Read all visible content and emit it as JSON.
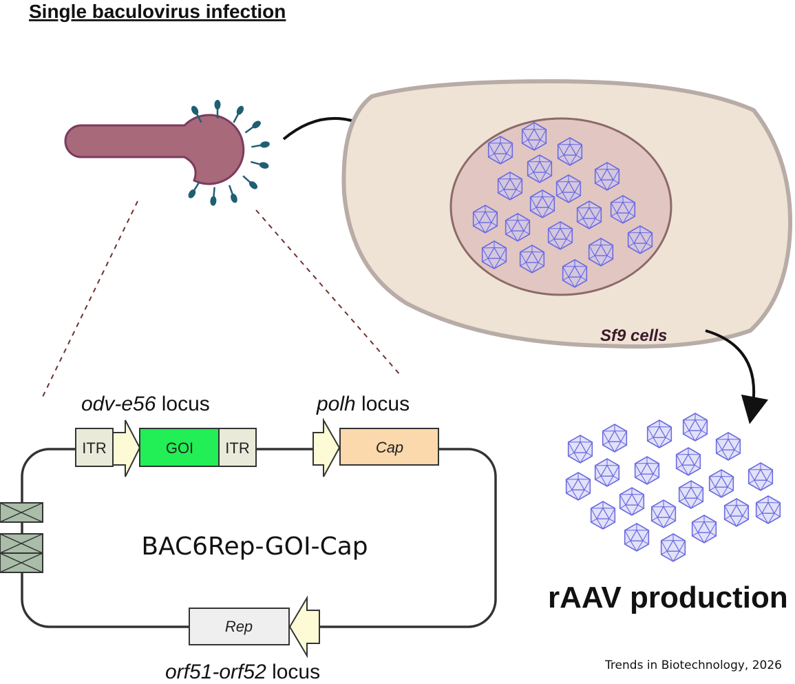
{
  "title": "Single baculovirus infection",
  "loci": {
    "odv": {
      "italic": "odv-e56",
      "plain": " locus"
    },
    "polh": {
      "italic": "polh",
      "plain": " locus"
    },
    "orf": {
      "italic": "orf51-orf52",
      "plain": " locus"
    }
  },
  "boxes": {
    "itr_left": "ITR",
    "goi": "GOI",
    "itr_right": "ITR",
    "cap": "Cap",
    "rep": "Rep"
  },
  "plasmid_name": "BAC6Rep-GOI-Cap",
  "cell_label": "Sf9 cells",
  "product_label": "rAAV production",
  "citation": "Trends in Biotechnology, 2026",
  "colors": {
    "baculovirus": "#a8697a",
    "baculovirus_edge": "#7a3c5e",
    "spike": "#1f5f74",
    "cell_fill": "#efe3d6",
    "cell_edge": "#b8aca6",
    "nucleus_fill": "#e2c6c1",
    "nucleus_edge": "#8c6a68",
    "capsid": "#6a6ae0",
    "capsid_fill": "#c9c9f6",
    "goi": "#22ee55",
    "cap": "#fcd8ad",
    "rep": "#efefef",
    "itr": "#e9ead9",
    "promoter": "#fdfbd6",
    "bac_element": "#a9bda8"
  }
}
